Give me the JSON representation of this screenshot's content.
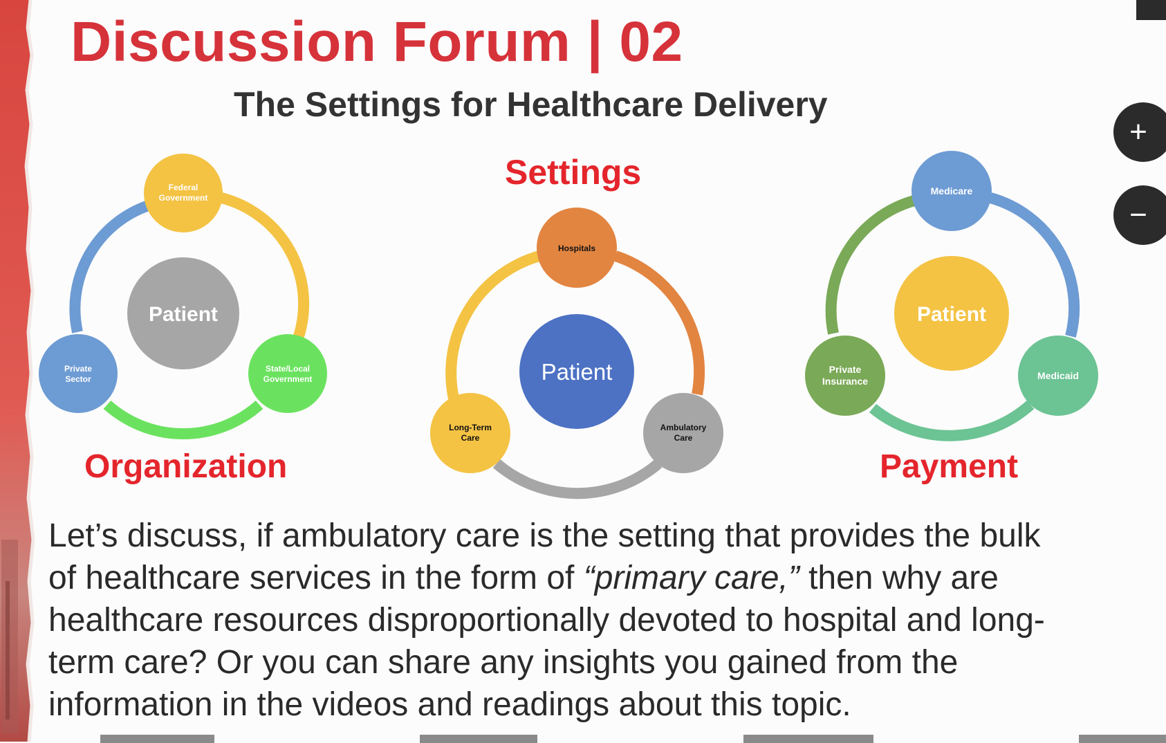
{
  "slide": {
    "title": "Discussion Forum | 02",
    "subtitle": "The Settings for Healthcare Delivery",
    "body_lines": [
      "Let’s discuss, if ambulatory care is the setting that provides the bulk",
      "of healthcare services in the form of ",
      "“primary care,”",
      " then why are",
      "healthcare resources disproportionally devoted to hospital and long-",
      "term care? Or you can share any insights you gained from the",
      "information in the videos and readings about this topic."
    ]
  },
  "diagrams": {
    "organization": {
      "label": "Organization",
      "center": "Patient",
      "nodes": [
        "Federal Government",
        "Private Sector",
        "State/Local Government"
      ],
      "colors": {
        "center": "#a6a6a6",
        "top": "#f4c344",
        "left": "#6d9bd3",
        "right": "#6be25f"
      }
    },
    "settings": {
      "label": "Settings",
      "center": "Patient",
      "nodes": [
        "Hospitals",
        "Long-Term Care",
        "Ambulatory Care"
      ],
      "colors": {
        "center": "#4d72c4",
        "top": "#e28541",
        "left": "#f4c344",
        "right": "#a6a6a6"
      }
    },
    "payment": {
      "label": "Payment",
      "center": "Patient",
      "nodes": [
        "Medicare",
        "Private Insurance",
        "Medicaid"
      ],
      "colors": {
        "center": "#f4c344",
        "top": "#6d9bd3",
        "left": "#7aa957",
        "right": "#6cc394"
      }
    }
  },
  "controls": {
    "zoom_in": "+",
    "zoom_out": "−"
  },
  "theme": {
    "accent": "#d6323a",
    "label_red": "#e4252c",
    "dark": "#2b2b2b"
  }
}
